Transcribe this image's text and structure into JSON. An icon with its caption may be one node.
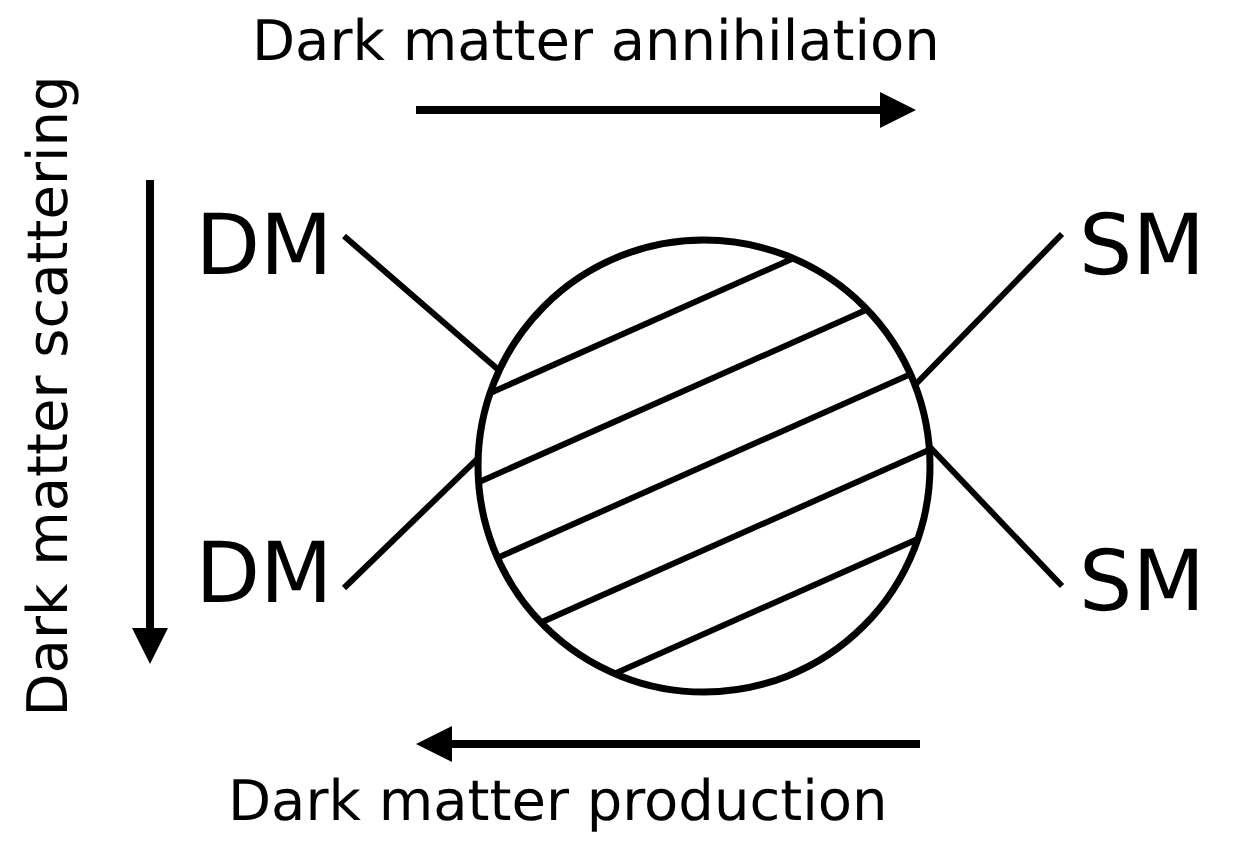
{
  "diagram": {
    "nodes": [
      {
        "text": [
          "DM"
        ]
      },
      {
        "text": [
          "SM"
        ]
      },
      {
        "text": [],
        "shape": "circle"
      },
      {
        "text": [
          "DM"
        ]
      },
      {
        "text": [
          "SM"
        ]
      }
    ],
    "edges": [
      {
        "from": 0,
        "to": 2,
        "arrow": "none"
      },
      {
        "from": 2,
        "to": 1,
        "arrow": "none"
      },
      {
        "from": 3,
        "to": 2,
        "arrow": "none"
      },
      {
        "from": 2,
        "to": 4,
        "arrow": "none"
      }
    ],
    "labels": [
      "Dark matter annihilation",
      "Dark matter scattering",
      "Dark matter production"
    ]
  }
}
